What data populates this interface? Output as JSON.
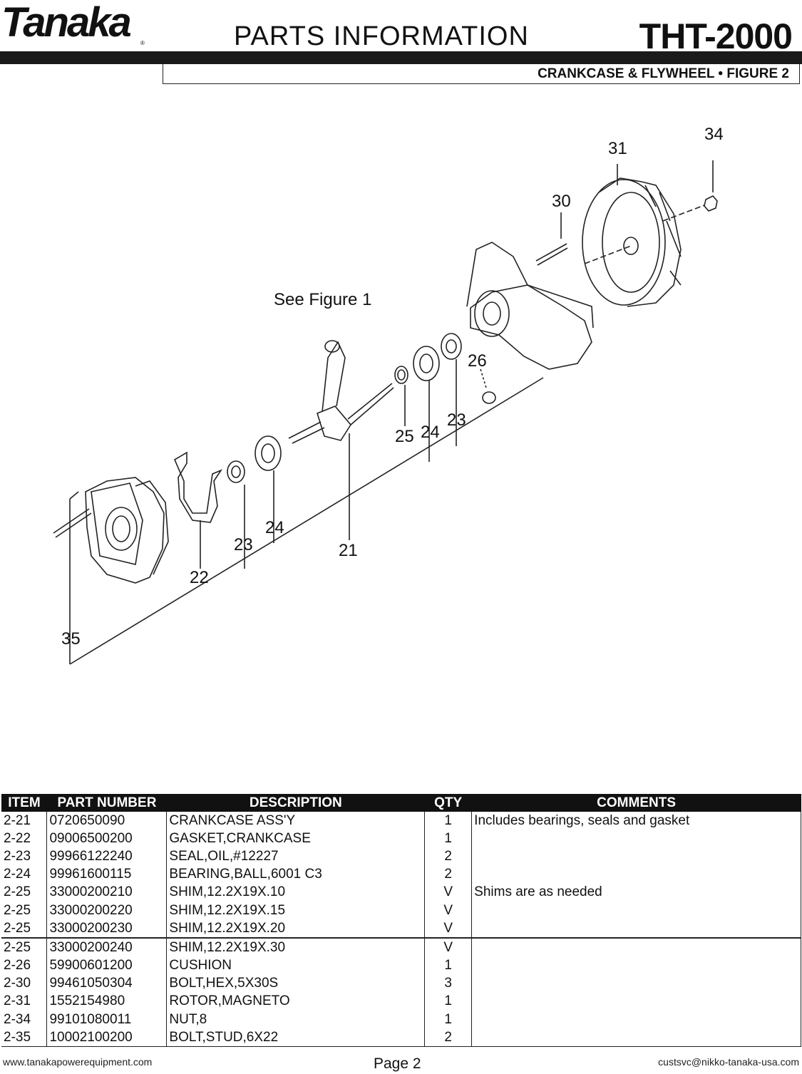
{
  "header": {
    "brand": "Tanaka",
    "registered_mark": "®",
    "title": "PARTS INFORMATION",
    "model": "THT-2000",
    "subtitle": "CRANKCASE & FLYWHEEL  •  FIGURE 2"
  },
  "diagram": {
    "note": "See Figure 1",
    "callouts": {
      "c21": "21",
      "c22": "22",
      "c23a": "23",
      "c24a": "24",
      "c23b": "23",
      "c24b": "24",
      "c25": "25",
      "c26": "26",
      "c30": "30",
      "c31": "31",
      "c34": "34",
      "c35": "35"
    }
  },
  "table": {
    "headers": {
      "item": "ITEM",
      "part_number": "PART NUMBER",
      "description": "DESCRIPTION",
      "qty": "QTY",
      "comments": "COMMENTS"
    },
    "rows": [
      {
        "item": "2-21",
        "part": "0720650090",
        "desc": "CRANKCASE ASS'Y",
        "qty": "1",
        "comment": "Includes bearings, seals and gasket"
      },
      {
        "item": "2-22",
        "part": "09006500200",
        "desc": "GASKET,CRANKCASE",
        "qty": "1",
        "comment": ""
      },
      {
        "item": "2-23",
        "part": "99966122240",
        "desc": "SEAL,OIL,#12227",
        "qty": "2",
        "comment": ""
      },
      {
        "item": "2-24",
        "part": "99961600115",
        "desc": "BEARING,BALL,6001 C3",
        "qty": "2",
        "comment": ""
      },
      {
        "item": "2-25",
        "part": "33000200210",
        "desc": "SHIM,12.2X19X.10",
        "qty": "V",
        "comment": "Shims are as needed"
      },
      {
        "item": "2-25",
        "part": "33000200220",
        "desc": "SHIM,12.2X19X.15",
        "qty": "V",
        "comment": ""
      },
      {
        "item": "2-25",
        "part": "33000200230",
        "desc": "SHIM,12.2X19X.20",
        "qty": "V",
        "comment": ""
      },
      {
        "item": "2-25",
        "part": "33000200240",
        "desc": "SHIM,12.2X19X.30",
        "qty": "V",
        "comment": ""
      },
      {
        "item": "2-26",
        "part": "59900601200",
        "desc": "CUSHION",
        "qty": "1",
        "comment": ""
      },
      {
        "item": "2-30",
        "part": "99461050304",
        "desc": "BOLT,HEX,5X30S",
        "qty": "3",
        "comment": ""
      },
      {
        "item": "2-31",
        "part": "1552154980",
        "desc": "ROTOR,MAGNETO",
        "qty": "1",
        "comment": ""
      },
      {
        "item": "2-34",
        "part": "99101080011",
        "desc": "NUT,8",
        "qty": "1",
        "comment": ""
      },
      {
        "item": "2-35",
        "part": "10002100200",
        "desc": "BOLT,STUD,6X22",
        "qty": "2",
        "comment": ""
      }
    ]
  },
  "footer": {
    "website": "www.tanakapowerequipment.com",
    "page": "Page 2",
    "email": "custsvc@nikko-tanaka-usa.com"
  }
}
